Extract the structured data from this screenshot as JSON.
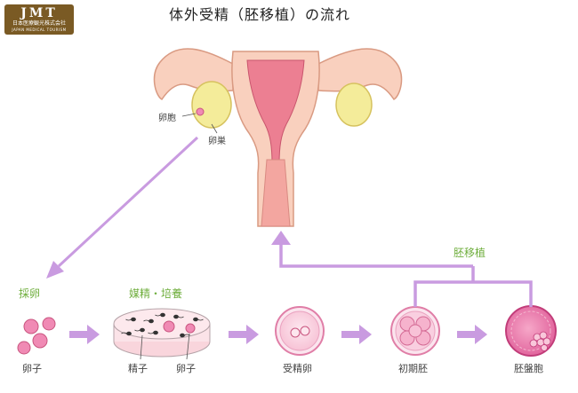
{
  "logo": {
    "mark": "JMT",
    "line1": "日本医療観光株式会社",
    "line2": "JAPAN MEDICAL TOURISM"
  },
  "title": "体外受精（胚移植）の流れ",
  "anatomy": {
    "follicle": "卵胞",
    "ovary": "卵巣"
  },
  "stages": {
    "retrieval": {
      "heading": "採卵",
      "caption": "卵子"
    },
    "insemination": {
      "heading": "媒精・培養",
      "sperm": "精子",
      "egg": "卵子"
    },
    "fertilized": {
      "caption": "受精卵"
    },
    "early_embryo": {
      "caption": "初期胚"
    },
    "blastocyst": {
      "caption": "胚盤胞"
    }
  },
  "transfer": {
    "label": "胚移植"
  },
  "colors": {
    "arrow": "#c99be0",
    "stage_heading": "#6fae3d",
    "uterus_skin": "#f9d0be",
    "uterus_inner": "#ec7f92",
    "ovary": "#f4ec9a",
    "cell_pink": "#f08ab4"
  }
}
